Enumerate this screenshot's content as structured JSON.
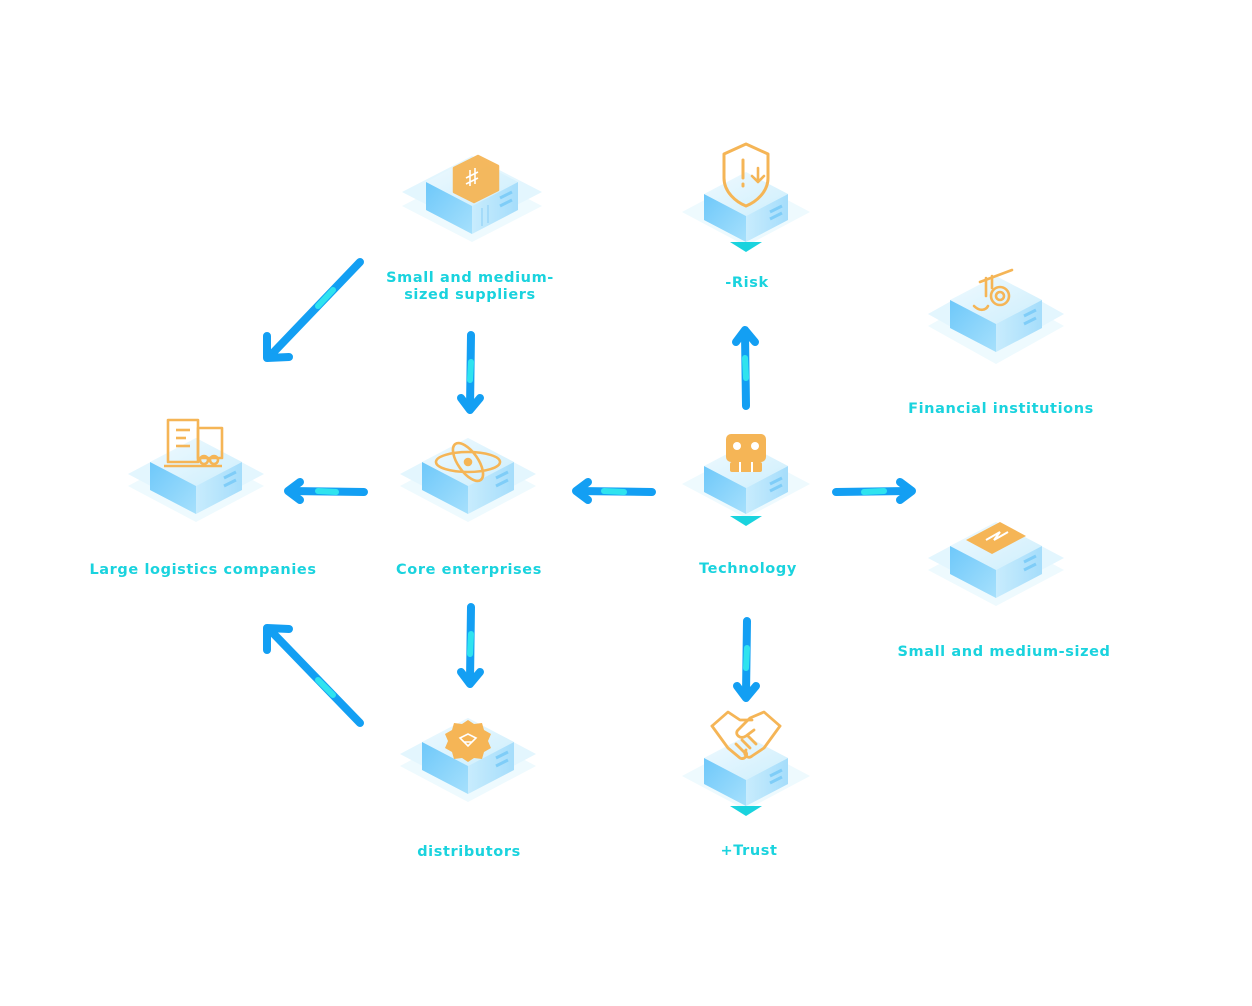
{
  "nodes": {
    "suppliers": {
      "label": "Small and medium-sized suppliers",
      "icon": "invoice-document-icon"
    },
    "risk": {
      "label": "-Risk",
      "icon": "shield-alert-icon"
    },
    "financial": {
      "label": "Financial institutions",
      "icon": "bank-building-icon"
    },
    "logistics": {
      "label": "Large logistics companies",
      "icon": "truck-icon"
    },
    "core": {
      "label": "Core enterprises",
      "icon": "atom-icon"
    },
    "technology": {
      "label": "Technology",
      "icon": "robot-icon"
    },
    "sme": {
      "label": "Small and medium-sized",
      "icon": "wallet-card-icon"
    },
    "distributors": {
      "label": "distributors",
      "icon": "badge-seal-icon"
    },
    "trust": {
      "label": "+Trust",
      "icon": "handshake-icon"
    }
  },
  "colors": {
    "label": "#1ad3de",
    "arrow": "#139ff3",
    "arrow_glow": "#2fe3ef",
    "icon": "#f5b556",
    "block_top": "#dff4fd",
    "block_left": "#8fd6fb",
    "block_right": "#bfe9fd",
    "plate": "#e9f8fe",
    "marker": "#1ad3de"
  }
}
